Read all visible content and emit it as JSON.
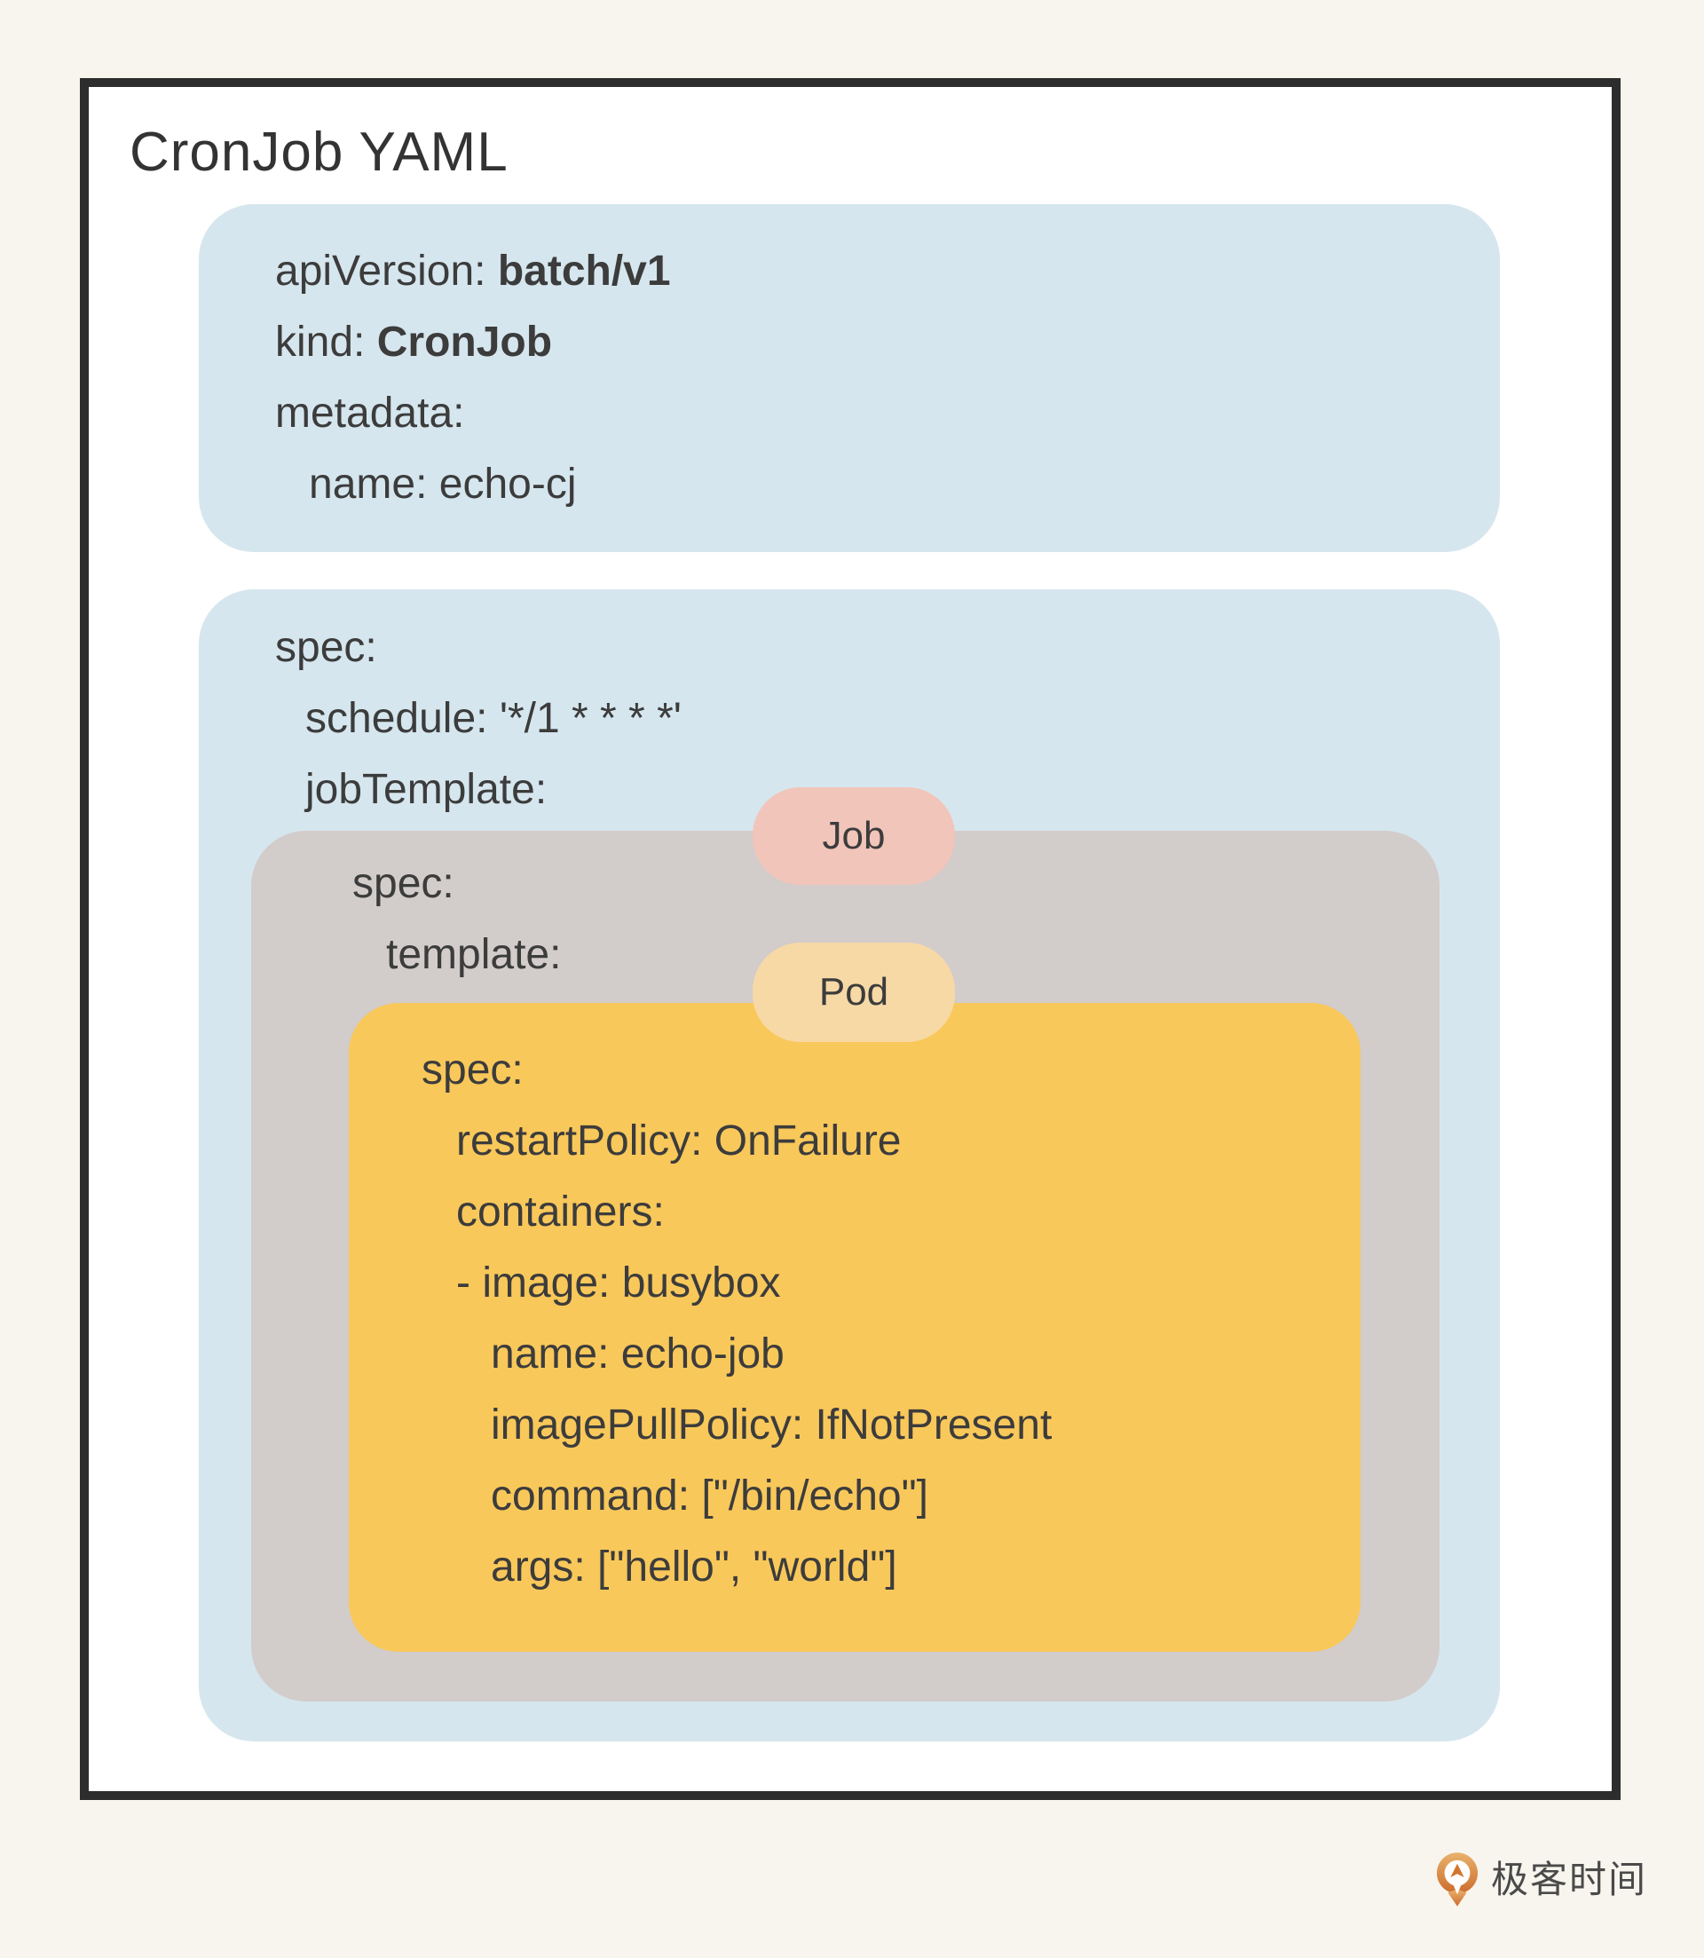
{
  "page": {
    "title": "CronJob YAML"
  },
  "colors": {
    "page_background": "#f8f5ee",
    "frame_border": "#2d2d2d",
    "frame_background": "#ffffff",
    "cronjob_box_blue": "#d6e6ee",
    "job_box_gray": "#d2ccca",
    "pod_box_yellow": "#f9c85a",
    "job_badge_pink": "#f2c5ba",
    "pod_badge_peach": "#f7d9a6",
    "text": "#3c3c3c"
  },
  "badges": {
    "job": "Job",
    "pod": "Pod"
  },
  "boxes": {
    "metadata": {
      "lines": [
        {
          "indent": 0,
          "text": "apiVersion: ",
          "bold": "batch/v1"
        },
        {
          "indent": 0,
          "text": "kind: ",
          "bold": "CronJob"
        },
        {
          "indent": 0,
          "text": "metadata:"
        },
        {
          "indent": 1,
          "text": "name: echo-cj"
        }
      ]
    },
    "spec": {
      "lines": [
        {
          "indent": 0,
          "text": "spec:"
        },
        {
          "indent": 1,
          "text": "schedule: '*/1 * * * *'"
        },
        {
          "indent": 1,
          "text": "jobTemplate:"
        }
      ]
    },
    "job": {
      "lines": [
        {
          "indent": 0,
          "text": "spec:"
        },
        {
          "indent": 1,
          "text": "template:"
        }
      ]
    },
    "pod": {
      "lines": [
        {
          "indent": 0,
          "text": "spec:"
        },
        {
          "indent": 1,
          "text": "restartPolicy: OnFailure"
        },
        {
          "indent": 1,
          "text": "containers:"
        },
        {
          "indent": 1,
          "text": "- image: busybox"
        },
        {
          "indent": 2,
          "text": "name: echo-job"
        },
        {
          "indent": 2,
          "text": "imagePullPolicy: IfNotPresent"
        },
        {
          "indent": 2,
          "text": "command: [\"/bin/echo\"]"
        },
        {
          "indent": 2,
          "text": "args: [\"hello\", \"world\"]"
        }
      ]
    }
  },
  "footer": {
    "brand": "极客时间"
  }
}
